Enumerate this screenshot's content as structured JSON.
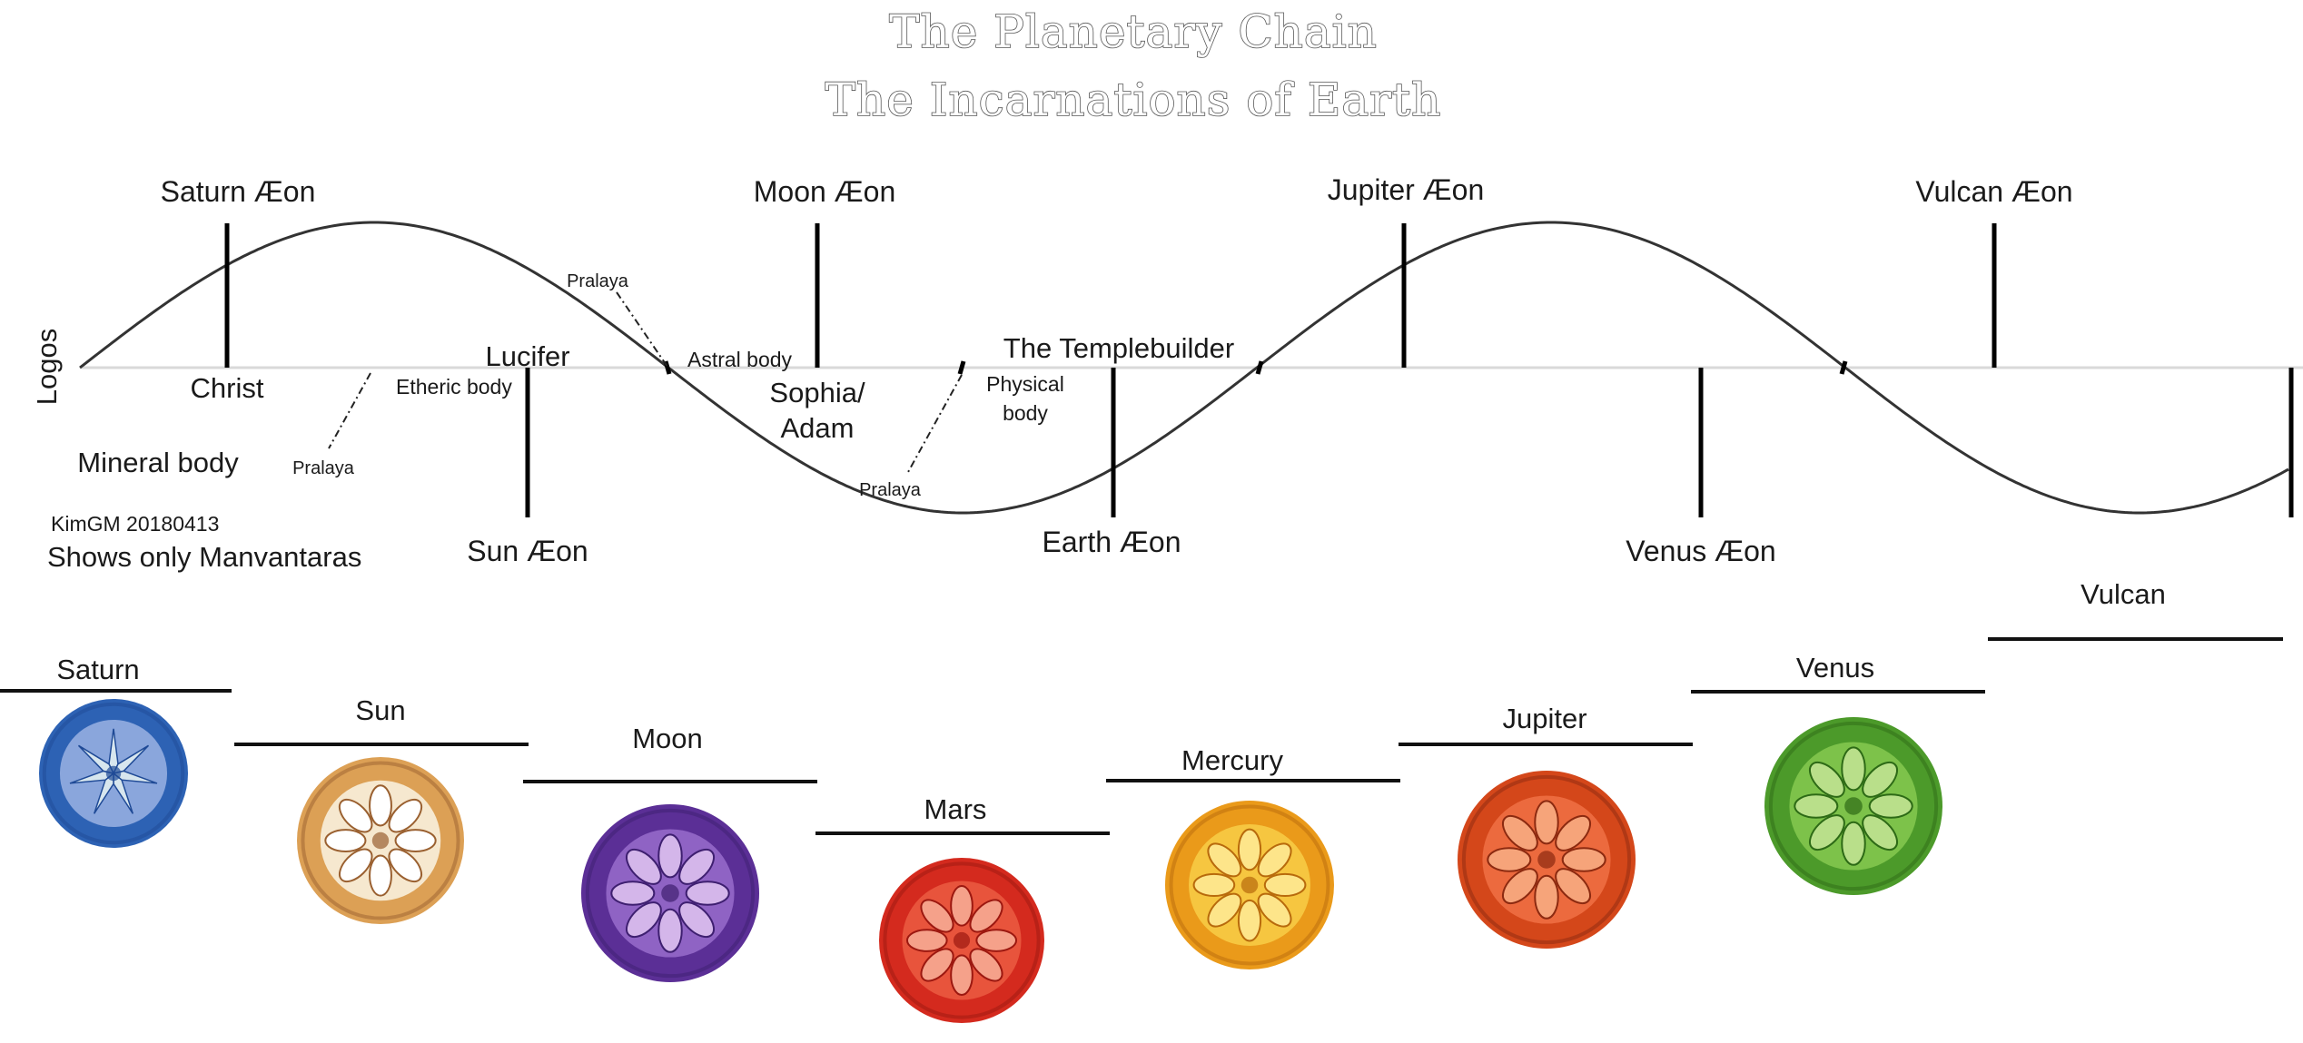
{
  "title": "The Planetary Chain",
  "subtitle": "The Incarnations of Earth",
  "axis_label": "Logos",
  "aeons": [
    {
      "label": "Saturn Æon"
    },
    {
      "label": "Sun Æon"
    },
    {
      "label": "Moon Æon"
    },
    {
      "label": "Earth Æon"
    },
    {
      "label": "Jupiter Æon"
    },
    {
      "label": "Venus Æon"
    },
    {
      "label": "Vulcan Æon"
    }
  ],
  "beings": {
    "christ": "Christ",
    "lucifer": "Lucifer",
    "sophia_line1": "Sophia/",
    "sophia_line2": "Adam",
    "templebuilder": "The Templebuilder"
  },
  "bodies": {
    "mineral": "Mineral body",
    "etheric": "Etheric body",
    "astral": "Astral body",
    "physical_line1": "Physical",
    "physical_line2": "body"
  },
  "pralaya": [
    "Pralaya",
    "Pralaya",
    "Pralaya"
  ],
  "credit": "KimGM 20180413",
  "note": "Shows only Manvantaras",
  "planets": [
    {
      "name": "Saturn",
      "colors": {
        "outer": "#2d62b4",
        "inner": "#8aa6dc",
        "core": "#d7e6ee",
        "accent": "#1f4a96"
      },
      "pattern": "star"
    },
    {
      "name": "Sun",
      "colors": {
        "outer": "#dca055",
        "inner": "#f6e8cf",
        "core": "#ffffff",
        "accent": "#9a6030"
      },
      "pattern": "rosette"
    },
    {
      "name": "Moon",
      "colors": {
        "outer": "#5b2f96",
        "inner": "#8f63c4",
        "core": "#d4b6ea",
        "accent": "#3e1f70"
      },
      "pattern": "rosette"
    },
    {
      "name": "Mars",
      "colors": {
        "outer": "#d42a1e",
        "inner": "#e8543c",
        "core": "#f5a18a",
        "accent": "#9c1810"
      },
      "pattern": "rosette"
    },
    {
      "name": "Mercury",
      "colors": {
        "outer": "#ea9a1a",
        "inner": "#f6c640",
        "core": "#fde58a",
        "accent": "#b86a0c"
      },
      "pattern": "rosette"
    },
    {
      "name": "Jupiter",
      "colors": {
        "outer": "#d4471a",
        "inner": "#ec6a3e",
        "core": "#f6a47a",
        "accent": "#8c2a10"
      },
      "pattern": "rosette"
    },
    {
      "name": "Venus",
      "colors": {
        "outer": "#4c9a2a",
        "inner": "#7dc24a",
        "core": "#b9df8a",
        "accent": "#2d6a16"
      },
      "pattern": "rosette"
    },
    {
      "name": "Vulcan",
      "colors": null,
      "pattern": "none"
    }
  ]
}
